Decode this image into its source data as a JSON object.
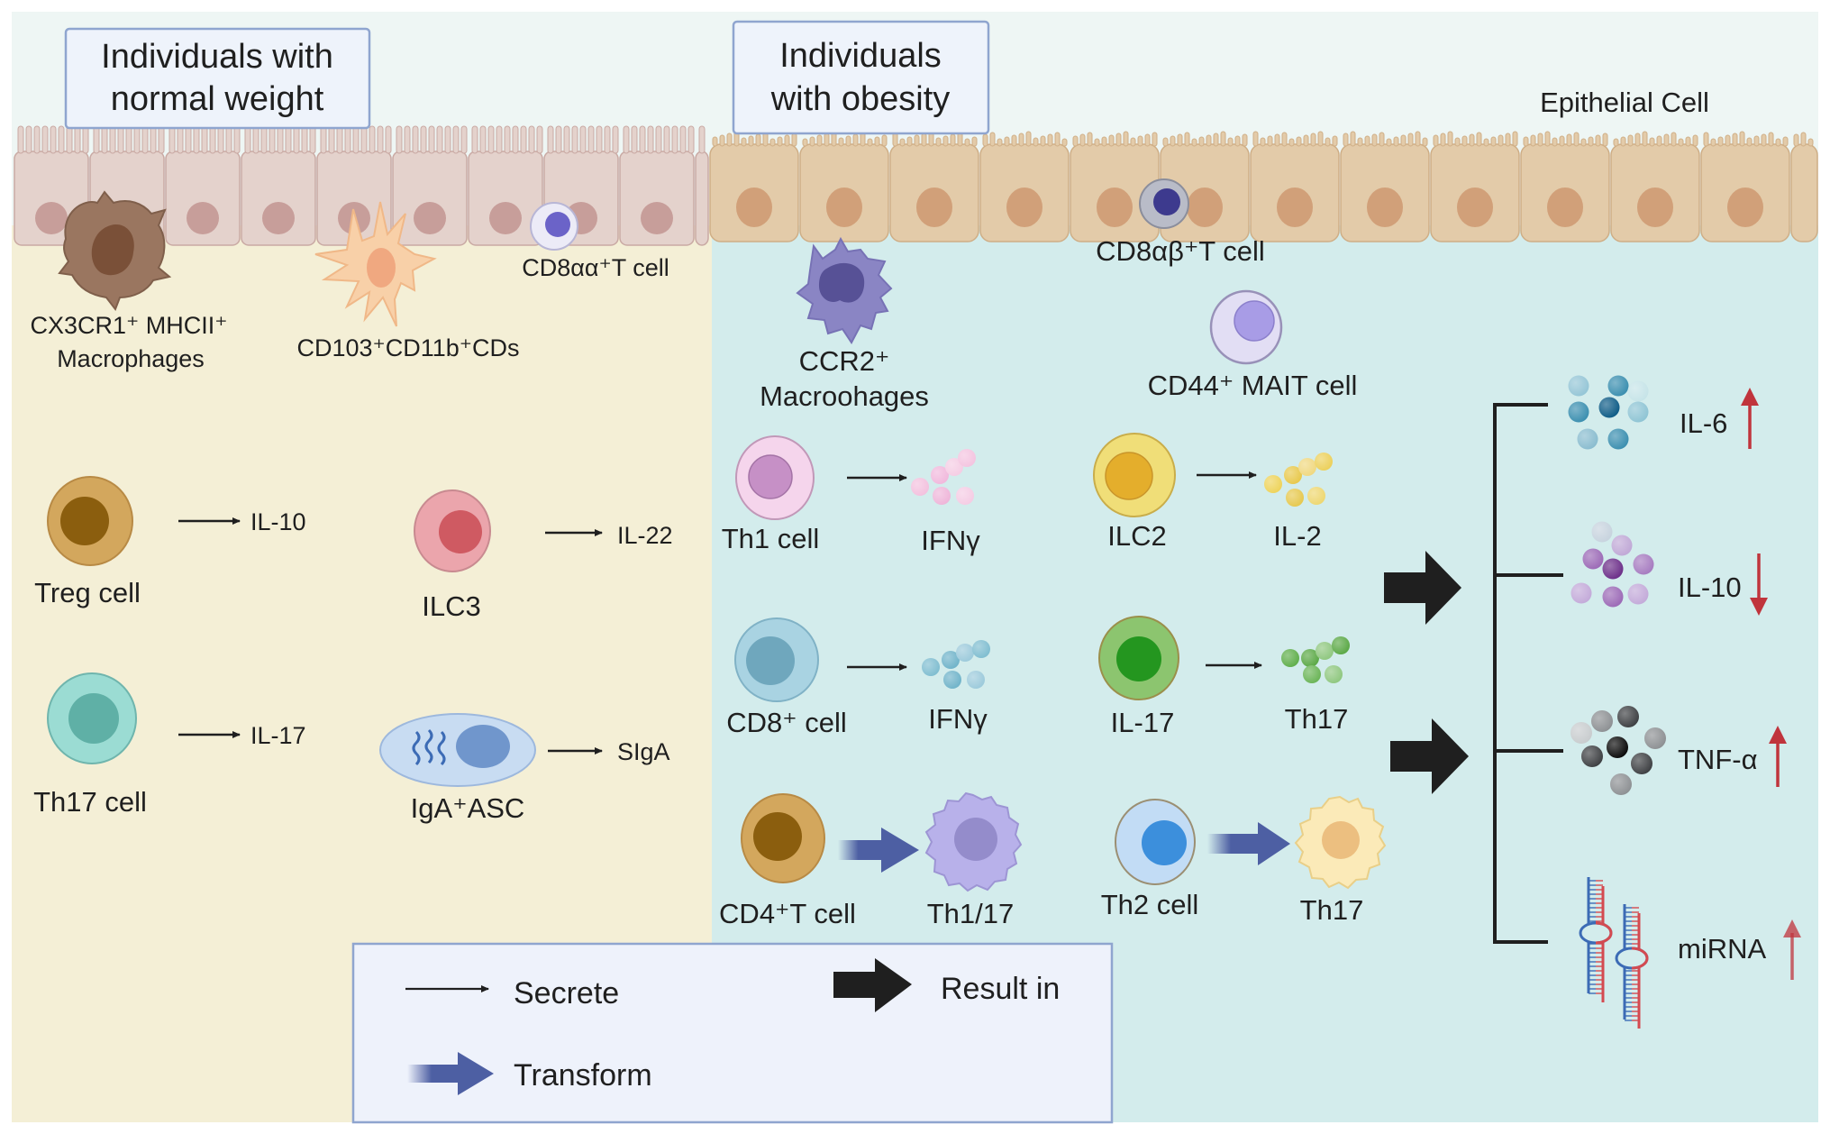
{
  "figure": {
    "panels": {
      "normal": {
        "title_line1": "Individuals with",
        "title_line2": "normal weight"
      },
      "obesity": {
        "title_line1": "Individuals",
        "title_line2": "with obesity"
      }
    },
    "epithelium_label": "Epithelial Cell",
    "normal_weight": {
      "resident_cells": [
        {
          "line1": "CX3CR1⁺ MHCII⁺",
          "line2": "Macrophages"
        },
        {
          "line1": "CD103⁺CD11b⁺CDs"
        },
        {
          "line1": "CD8αα⁺T cell"
        }
      ],
      "secretions": [
        {
          "cell": "Treg cell",
          "product": "IL-10"
        },
        {
          "cell": "ILC3",
          "product": "IL-22"
        },
        {
          "cell": "Th17 cell",
          "product": "IL-17"
        },
        {
          "cell": "IgA⁺ASC",
          "product": "SIgA"
        }
      ]
    },
    "obesity": {
      "resident_cells": [
        {
          "line1": "CCR2⁺",
          "line2": "Macroohages"
        },
        {
          "line1": "CD8αβ⁺T cell"
        },
        {
          "line1": "CD44⁺ MAIT cell"
        }
      ],
      "secretions": [
        {
          "cell": "Th1 cell",
          "product": "IFNγ"
        },
        {
          "cell": "ILC2",
          "product": "IL-2"
        },
        {
          "cell": "CD8⁺ cell",
          "product": "IFNγ"
        },
        {
          "cell": "IL-17",
          "product": "Th17"
        }
      ],
      "transforms": [
        {
          "from": "CD4⁺T cell",
          "to": "Th1/17"
        },
        {
          "from": "Th2 cell",
          "to": "Th17"
        }
      ]
    },
    "outcomes": [
      {
        "label": "IL-6",
        "direction": "up"
      },
      {
        "label": "IL-10",
        "direction": "down"
      },
      {
        "label": "TNF-α",
        "direction": "up"
      },
      {
        "label": "miRNA",
        "direction": "up"
      }
    ],
    "legend": {
      "secrete": "Secrete",
      "transform": "Transform",
      "result_in": "Result in"
    },
    "colors": {
      "normal_bg": "#f4efd6",
      "obesity_bg": "#d3ecec",
      "top_band": "#eef6f4",
      "box_fill": "#eef3fb",
      "box_border": "#8fa5cf",
      "transform_arrow": "#4d5fa3",
      "increase_arrow": "#c0343c"
    }
  }
}
